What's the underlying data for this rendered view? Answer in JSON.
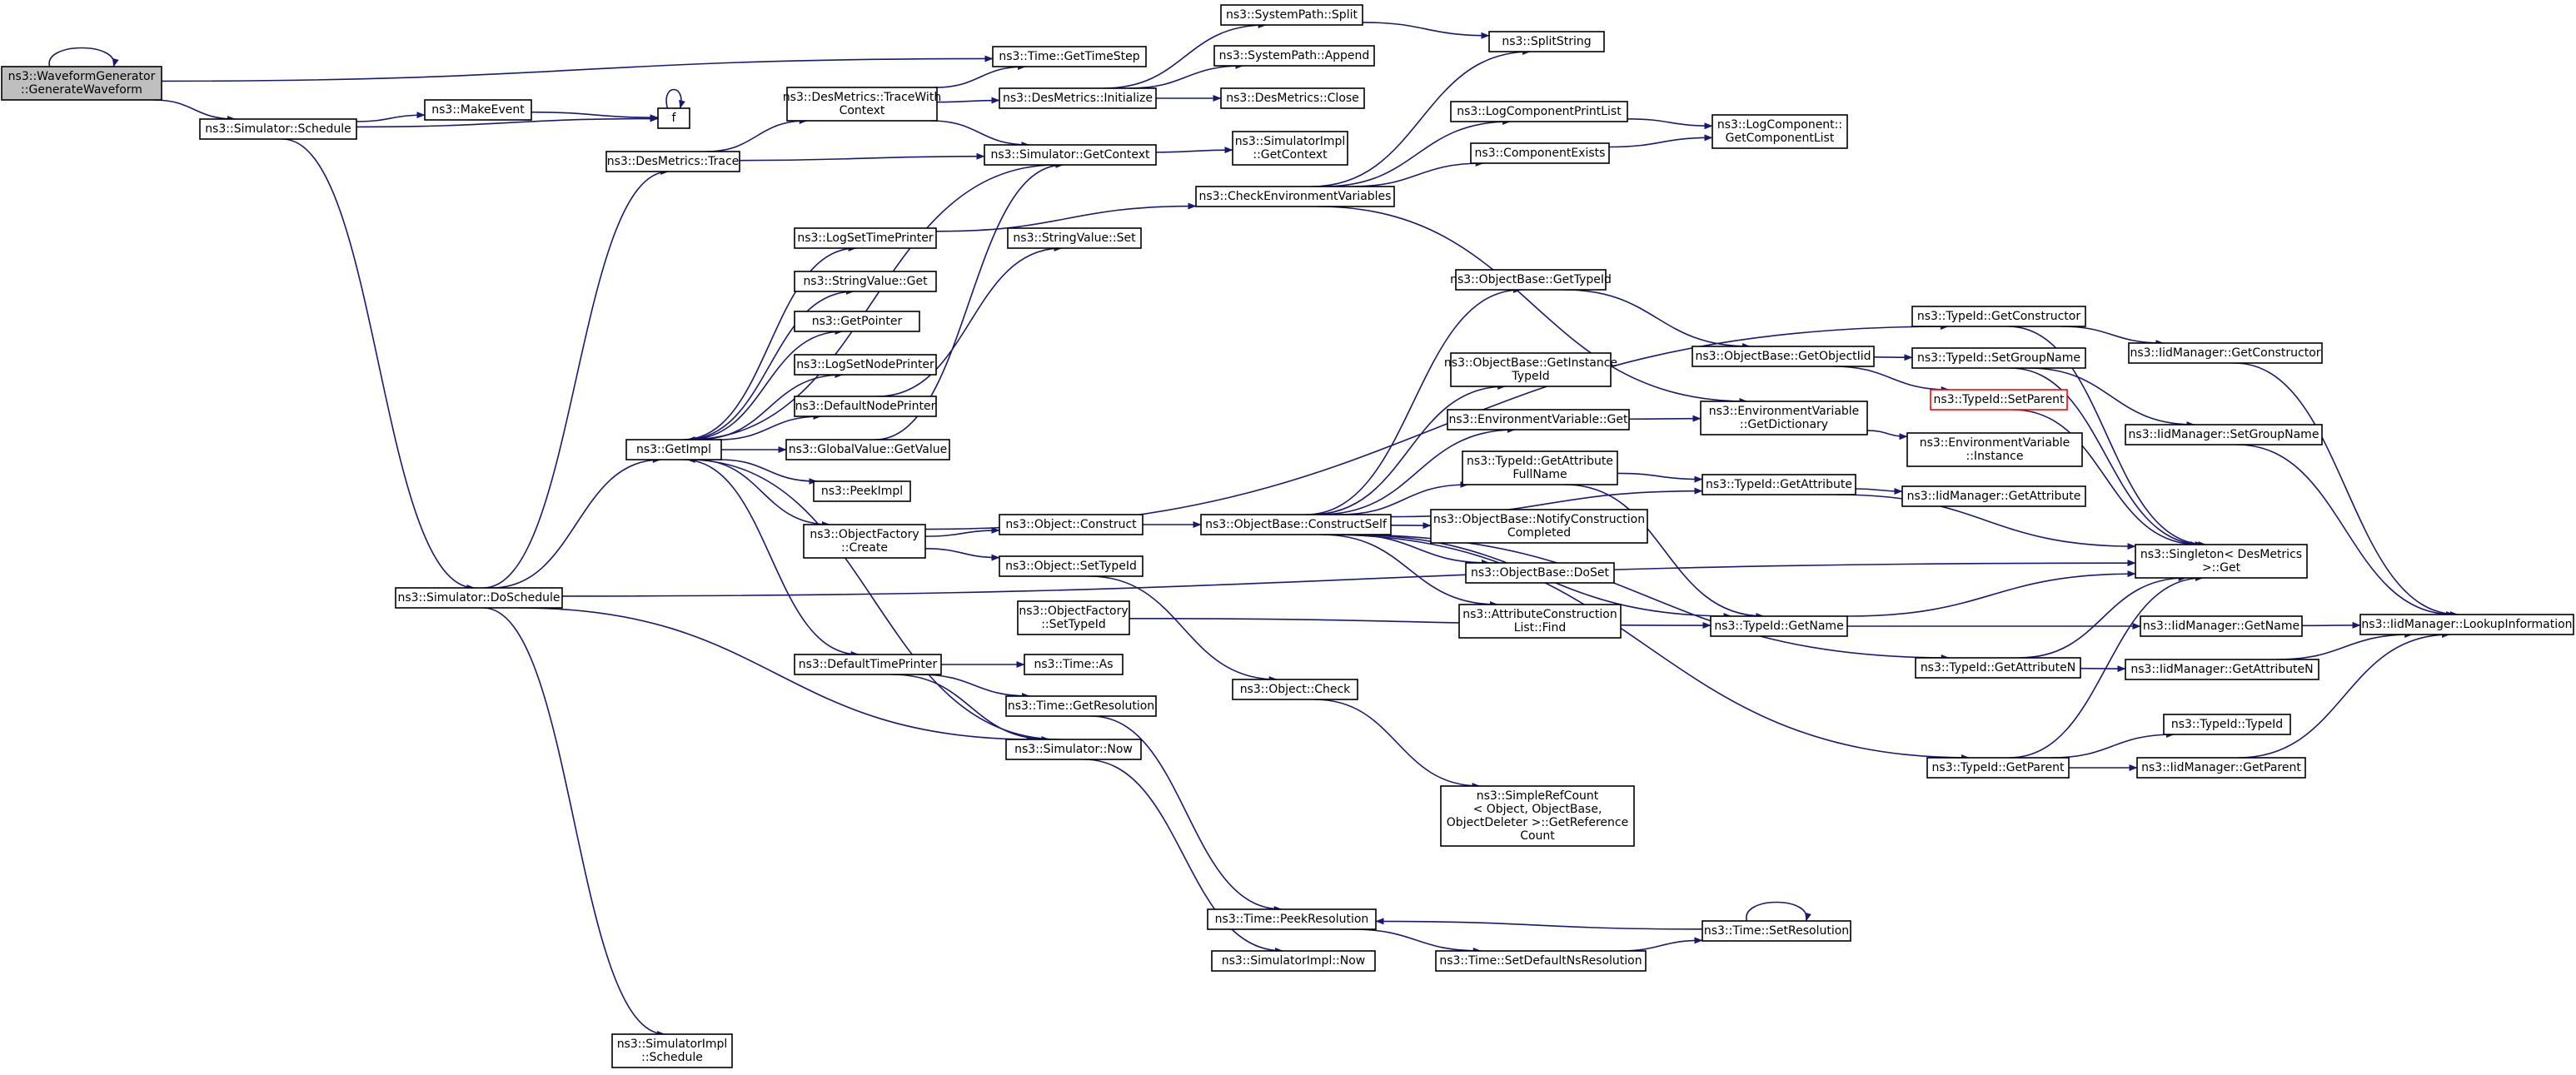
{
  "diagram": {
    "nodes": [
      {
        "id": "wg",
        "label": [
          "ns3::WaveformGenerator",
          "::GenerateWaveform"
        ],
        "root": true
      },
      {
        "id": "sched",
        "label": [
          "ns3::Simulator::Schedule"
        ]
      },
      {
        "id": "gettimestep",
        "label": [
          "ns3::Time::GetTimeStep"
        ]
      },
      {
        "id": "makeevent",
        "label": [
          "ns3::MakeEvent"
        ]
      },
      {
        "id": "f",
        "label": [
          "f"
        ]
      },
      {
        "id": "doschedule",
        "label": [
          "ns3::Simulator::DoSchedule"
        ]
      },
      {
        "id": "trace",
        "label": [
          "ns3::DesMetrics::Trace"
        ]
      },
      {
        "id": "tracewith",
        "label": [
          "ns3::DesMetrics::TraceWith",
          "Context"
        ]
      },
      {
        "id": "getimpl",
        "label": [
          "ns3::GetImpl"
        ]
      },
      {
        "id": "simimplsched",
        "label": [
          "ns3::SimulatorImpl",
          "::Schedule"
        ]
      },
      {
        "id": "logsettimeprinter",
        "label": [
          "ns3::LogSetTimePrinter"
        ]
      },
      {
        "id": "stringvalueget",
        "label": [
          "ns3::StringValue::Get"
        ]
      },
      {
        "id": "getpointer",
        "label": [
          "ns3::GetPointer"
        ]
      },
      {
        "id": "logsetnodeprinter",
        "label": [
          "ns3::LogSetNodePrinter"
        ]
      },
      {
        "id": "defaultnodeprinter",
        "label": [
          "ns3::DefaultNodePrinter"
        ]
      },
      {
        "id": "gvgetvalue",
        "label": [
          "ns3::GlobalValue::GetValue"
        ]
      },
      {
        "id": "peekimpl",
        "label": [
          "ns3::PeekImpl"
        ]
      },
      {
        "id": "ofcreate",
        "label": [
          "ns3::ObjectFactory",
          "::Create"
        ]
      },
      {
        "id": "defaulttimeprinter",
        "label": [
          "ns3::DefaultTimePrinter"
        ]
      },
      {
        "id": "syspathsplit",
        "label": [
          "ns3::SystemPath::Split"
        ]
      },
      {
        "id": "syspathappend",
        "label": [
          "ns3::SystemPath::Append"
        ]
      },
      {
        "id": "desinit",
        "label": [
          "ns3::DesMetrics::Initialize"
        ]
      },
      {
        "id": "desclose",
        "label": [
          "ns3::DesMetrics::Close"
        ]
      },
      {
        "id": "simgetcontext",
        "label": [
          "ns3::Simulator::GetContext"
        ]
      },
      {
        "id": "stringvalueset",
        "label": [
          "ns3::StringValue::Set"
        ]
      },
      {
        "id": "objconstruct",
        "label": [
          "ns3::Object::Construct"
        ]
      },
      {
        "id": "objsettypeid",
        "label": [
          "ns3::Object::SetTypeId"
        ]
      },
      {
        "id": "ofsettypeid",
        "label": [
          "ns3::ObjectFactory",
          "::SetTypeId"
        ]
      },
      {
        "id": "timeas",
        "label": [
          "ns3::Time::As"
        ]
      },
      {
        "id": "timegetres",
        "label": [
          "ns3::Time::GetResolution"
        ]
      },
      {
        "id": "simnow",
        "label": [
          "ns3::Simulator::Now"
        ]
      },
      {
        "id": "splitstring",
        "label": [
          "ns3::SplitString"
        ]
      },
      {
        "id": "simimplgetcontext",
        "label": [
          "ns3::SimulatorImpl",
          "::GetContext"
        ]
      },
      {
        "id": "checkenv",
        "label": [
          "ns3::CheckEnvironmentVariables"
        ]
      },
      {
        "id": "constructself",
        "label": [
          "ns3::ObjectBase::ConstructSelf"
        ]
      },
      {
        "id": "objcheck",
        "label": [
          "ns3::Object::Check"
        ]
      },
      {
        "id": "peekres",
        "label": [
          "ns3::Time::PeekResolution"
        ]
      },
      {
        "id": "simimplnow",
        "label": [
          "ns3::SimulatorImpl::Now"
        ]
      },
      {
        "id": "logcompprintlist",
        "label": [
          "ns3::LogComponentPrintList"
        ]
      },
      {
        "id": "compexists",
        "label": [
          "ns3::ComponentExists"
        ]
      },
      {
        "id": "obgettypeid",
        "label": [
          "ns3::ObjectBase::GetTypeId"
        ]
      },
      {
        "id": "obgetinstance",
        "label": [
          "ns3::ObjectBase::GetInstance",
          "TypeId"
        ]
      },
      {
        "id": "envvarget",
        "label": [
          "ns3::EnvironmentVariable::Get"
        ]
      },
      {
        "id": "tidgetattrfull",
        "label": [
          "ns3::TypeId::GetAttribute",
          "FullName"
        ]
      },
      {
        "id": "obnotify",
        "label": [
          "ns3::ObjectBase::NotifyConstruction",
          "Completed"
        ]
      },
      {
        "id": "obdoset",
        "label": [
          "ns3::ObjectBase::DoSet"
        ]
      },
      {
        "id": "attrconstrfind",
        "label": [
          "ns3::AttributeConstruction",
          "List::Find"
        ]
      },
      {
        "id": "simplerefcount",
        "label": [
          "ns3::SimpleRefCount",
          "< Object, ObjectBase,",
          "ObjectDeleter >::GetReference",
          "Count"
        ]
      },
      {
        "id": "setdefaultns",
        "label": [
          "ns3::Time::SetDefaultNsResolution"
        ]
      },
      {
        "id": "logcompgetlist",
        "label": [
          "ns3::LogComponent::",
          "GetComponentList"
        ]
      },
      {
        "id": "obgetobjectiid",
        "label": [
          "ns3::ObjectBase::GetObjectIid"
        ]
      },
      {
        "id": "envgetdict",
        "label": [
          "ns3::EnvironmentVariable",
          "::GetDictionary"
        ]
      },
      {
        "id": "tidgetattribute",
        "label": [
          "ns3::TypeId::GetAttribute"
        ]
      },
      {
        "id": "tidgetname",
        "label": [
          "ns3::TypeId::GetName"
        ]
      },
      {
        "id": "timesetres",
        "label": [
          "ns3::Time::SetResolution"
        ]
      },
      {
        "id": "tidgetconstructor",
        "label": [
          "ns3::TypeId::GetConstructor"
        ]
      },
      {
        "id": "tidsetgroupname",
        "label": [
          "ns3::TypeId::SetGroupName"
        ]
      },
      {
        "id": "tidsetparent",
        "label": [
          "ns3::TypeId::SetParent"
        ],
        "bad": true
      },
      {
        "id": "envinstance",
        "label": [
          "ns3::EnvironmentVariable",
          "::Instance"
        ]
      },
      {
        "id": "iidgetattribute",
        "label": [
          "ns3::IidManager::GetAttribute"
        ]
      },
      {
        "id": "tidgetattributen",
        "label": [
          "ns3::TypeId::GetAttributeN"
        ]
      },
      {
        "id": "tidgetparent",
        "label": [
          "ns3::TypeId::GetParent"
        ]
      },
      {
        "id": "iidgetconstructor",
        "label": [
          "ns3::IidManager::GetConstructor"
        ]
      },
      {
        "id": "iidsetgroupname",
        "label": [
          "ns3::IidManager::SetGroupName"
        ]
      },
      {
        "id": "singletonget",
        "label": [
          "ns3::Singleton< DesMetrics",
          ">::Get"
        ]
      },
      {
        "id": "iidgetname",
        "label": [
          "ns3::IidManager::GetName"
        ]
      },
      {
        "id": "iidgetattributen",
        "label": [
          "ns3::IidManager::GetAttributeN"
        ]
      },
      {
        "id": "tidtypeid",
        "label": [
          "ns3::TypeId::TypeId"
        ]
      },
      {
        "id": "iidgetparent",
        "label": [
          "ns3::IidManager::GetParent"
        ]
      },
      {
        "id": "iidlookup",
        "label": [
          "ns3::IidManager::LookupInformation"
        ]
      }
    ],
    "edges": [
      [
        "wg",
        "wg"
      ],
      [
        "wg",
        "sched"
      ],
      [
        "wg",
        "gettimestep"
      ],
      [
        "sched",
        "makeevent"
      ],
      [
        "sched",
        "f"
      ],
      [
        "sched",
        "doschedule"
      ],
      [
        "makeevent",
        "f"
      ],
      [
        "f",
        "f"
      ],
      [
        "doschedule",
        "trace"
      ],
      [
        "doschedule",
        "getimpl"
      ],
      [
        "doschedule",
        "simnow"
      ],
      [
        "doschedule",
        "simimplsched"
      ],
      [
        "doschedule",
        "singletonget"
      ],
      [
        "trace",
        "tracewith"
      ],
      [
        "trace",
        "simgetcontext"
      ],
      [
        "tracewith",
        "gettimestep"
      ],
      [
        "tracewith",
        "desinit"
      ],
      [
        "tracewith",
        "simgetcontext"
      ],
      [
        "desinit",
        "syspathsplit"
      ],
      [
        "desinit",
        "syspathappend"
      ],
      [
        "desinit",
        "desclose"
      ],
      [
        "syspathsplit",
        "splitstring"
      ],
      [
        "simgetcontext",
        "getimpl"
      ],
      [
        "simgetcontext",
        "simimplgetcontext"
      ],
      [
        "getimpl",
        "logsettimeprinter"
      ],
      [
        "getimpl",
        "stringvalueget"
      ],
      [
        "getimpl",
        "getpointer"
      ],
      [
        "getimpl",
        "logsetnodeprinter"
      ],
      [
        "getimpl",
        "defaultnodeprinter"
      ],
      [
        "getimpl",
        "gvgetvalue"
      ],
      [
        "getimpl",
        "peekimpl"
      ],
      [
        "getimpl",
        "ofcreate"
      ],
      [
        "getimpl",
        "defaulttimeprinter"
      ],
      [
        "logsettimeprinter",
        "checkenv"
      ],
      [
        "checkenv",
        "splitstring"
      ],
      [
        "checkenv",
        "logcompprintlist"
      ],
      [
        "checkenv",
        "compexists"
      ],
      [
        "checkenv",
        "envgetdict"
      ],
      [
        "logcompprintlist",
        "logcompgetlist"
      ],
      [
        "compexists",
        "logcompgetlist"
      ],
      [
        "defaultnodeprinter",
        "stringvalueset"
      ],
      [
        "gvgetvalue",
        "simgetcontext"
      ],
      [
        "ofcreate",
        "tidgetconstructor"
      ],
      [
        "ofcreate",
        "objconstruct"
      ],
      [
        "ofcreate",
        "objsettypeid"
      ],
      [
        "objconstruct",
        "constructself"
      ],
      [
        "objsettypeid",
        "objcheck"
      ],
      [
        "ofsettypeid",
        "tidgetname"
      ],
      [
        "defaulttimeprinter",
        "timeas"
      ],
      [
        "defaulttimeprinter",
        "timegetres"
      ],
      [
        "defaulttimeprinter",
        "simnow"
      ],
      [
        "timegetres",
        "peekres"
      ],
      [
        "simnow",
        "getimpl"
      ],
      [
        "simnow",
        "simimplnow"
      ],
      [
        "objcheck",
        "simplerefcount"
      ],
      [
        "constructself",
        "obgettypeid"
      ],
      [
        "constructself",
        "obgetinstance"
      ],
      [
        "constructself",
        "envvarget"
      ],
      [
        "constructself",
        "tidgetattrfull"
      ],
      [
        "constructself",
        "obnotify"
      ],
      [
        "constructself",
        "obdoset"
      ],
      [
        "constructself",
        "attrconstrfind"
      ],
      [
        "constructself",
        "tidgetname"
      ],
      [
        "constructself",
        "tidgetattributen"
      ],
      [
        "constructself",
        "tidgetparent"
      ],
      [
        "constructself",
        "tidgetattribute"
      ],
      [
        "obgettypeid",
        "obgetobjectiid"
      ],
      [
        "obgetobjectiid",
        "tidsetgroupname"
      ],
      [
        "obgetobjectiid",
        "tidsetparent"
      ],
      [
        "envvarget",
        "envgetdict"
      ],
      [
        "envgetdict",
        "envinstance"
      ],
      [
        "tidgetattrfull",
        "tidgetattribute"
      ],
      [
        "tidgetattrfull",
        "tidgetname"
      ],
      [
        "tidgetattribute",
        "iidgetattribute"
      ],
      [
        "tidgetattribute",
        "singletonget"
      ],
      [
        "tidgetname",
        "singletonget"
      ],
      [
        "tidgetname",
        "iidgetname"
      ],
      [
        "tidgetconstructor",
        "iidgetconstructor"
      ],
      [
        "tidgetconstructor",
        "singletonget"
      ],
      [
        "tidsetgroupname",
        "iidsetgroupname"
      ],
      [
        "tidsetgroupname",
        "singletonget"
      ],
      [
        "tidsetparent",
        "singletonget"
      ],
      [
        "tidgetattributen",
        "iidgetattributen"
      ],
      [
        "tidgetattributen",
        "singletonget"
      ],
      [
        "tidgetparent",
        "tidtypeid"
      ],
      [
        "tidgetparent",
        "iidgetparent"
      ],
      [
        "tidgetparent",
        "singletonget"
      ],
      [
        "iidgetconstructor",
        "iidlookup"
      ],
      [
        "iidsetgroupname",
        "iidlookup"
      ],
      [
        "iidgetname",
        "iidlookup"
      ],
      [
        "iidgetattributen",
        "iidlookup"
      ],
      [
        "iidgetparent",
        "iidlookup"
      ],
      [
        "timesetres",
        "timesetres"
      ],
      [
        "timesetres",
        "peekres"
      ],
      [
        "peekres",
        "setdefaultns"
      ],
      [
        "setdefaultns",
        "timesetres"
      ]
    ]
  }
}
